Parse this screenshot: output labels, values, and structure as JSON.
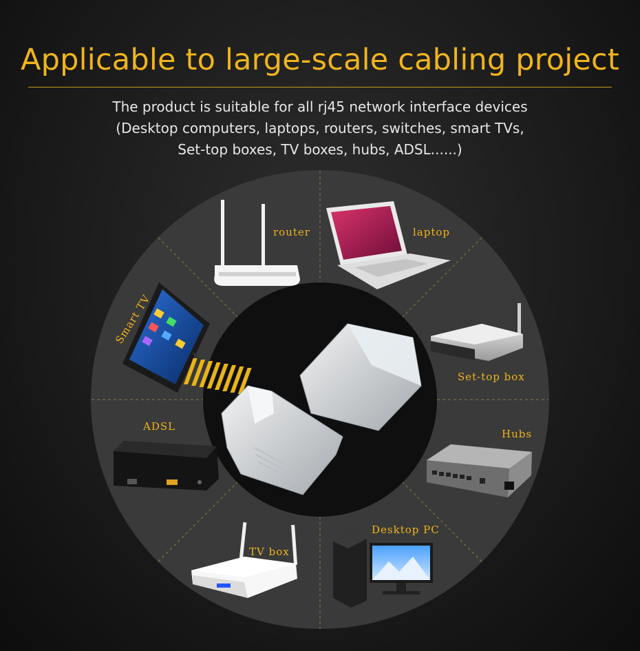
{
  "header": {
    "title": "Applicable to large-scale cabling project",
    "subtitle_lines": [
      "The product is suitable for all rj45 network interface devices",
      "(Desktop computers, laptops, routers, switches, smart TVs,",
      "Set-top boxes, TV boxes, hubs, ADSL......)"
    ]
  },
  "devices": {
    "router": "router",
    "laptop": "laptop",
    "smart_tv": "Smart TV",
    "set_top_box": "Set-top box",
    "adsl": "ADSL",
    "hubs": "Hubs",
    "tv_box": "TV box",
    "desktop_pc": "Desktop PC"
  },
  "colors": {
    "accent": "#f0b41d",
    "ring": "#3a3a3a",
    "center": "#0f0f0f"
  }
}
